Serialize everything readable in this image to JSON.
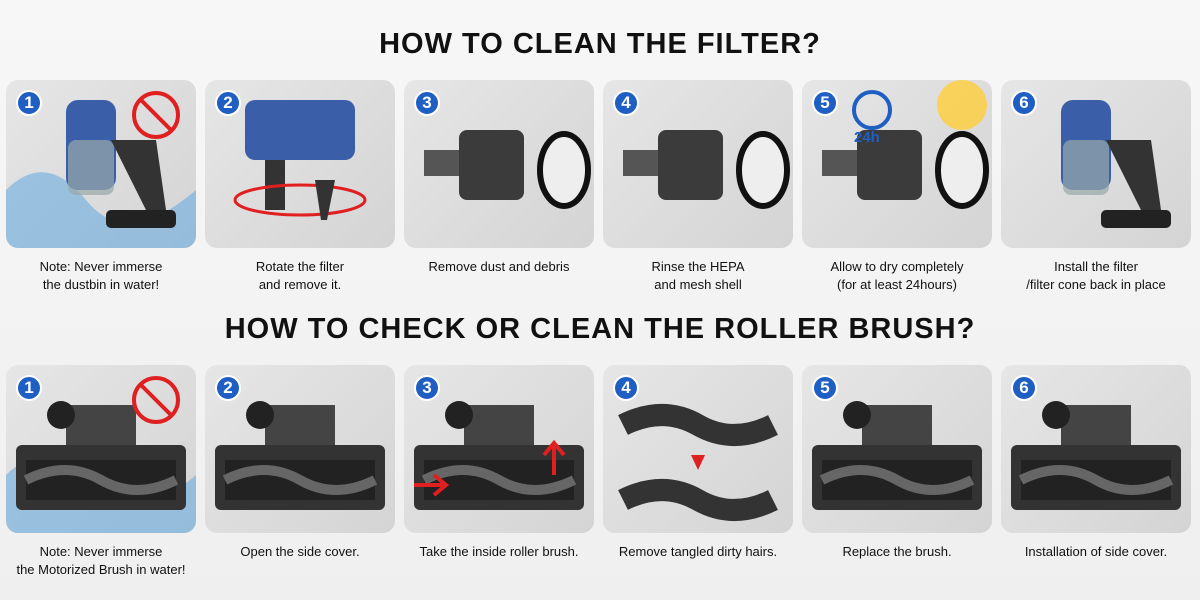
{
  "filter_section": {
    "title": "HOW TO CLEAN THE FILTER?",
    "steps": [
      {
        "number": "1",
        "caption": "Note: Never immerse\nthe dustbin in water!"
      },
      {
        "number": "2",
        "caption": "Rotate the filter\nand remove it."
      },
      {
        "number": "3",
        "caption": "Remove dust and debris"
      },
      {
        "number": "4",
        "caption": "Rinse the HEPA\nand mesh shell"
      },
      {
        "number": "5",
        "caption": "Allow to dry completely\n(for at least 24hours)",
        "badge_text": "24h"
      },
      {
        "number": "6",
        "caption": "Install the filter\n/filter cone back in place"
      }
    ]
  },
  "brush_section": {
    "title": "HOW TO CHECK OR CLEAN THE ROLLER BRUSH?",
    "steps": [
      {
        "number": "1",
        "caption": "Note: Never immerse\nthe Motorized Brush in water!"
      },
      {
        "number": "2",
        "caption": "Open the side cover."
      },
      {
        "number": "3",
        "caption": "Take the inside roller brush."
      },
      {
        "number": "4",
        "caption": "Remove tangled dirty hairs."
      },
      {
        "number": "5",
        "caption": "Replace the brush."
      },
      {
        "number": "6",
        "caption": "Installation of side cover."
      }
    ]
  },
  "colors": {
    "badge": "#1f5fc4",
    "arrow": "#e02020"
  }
}
